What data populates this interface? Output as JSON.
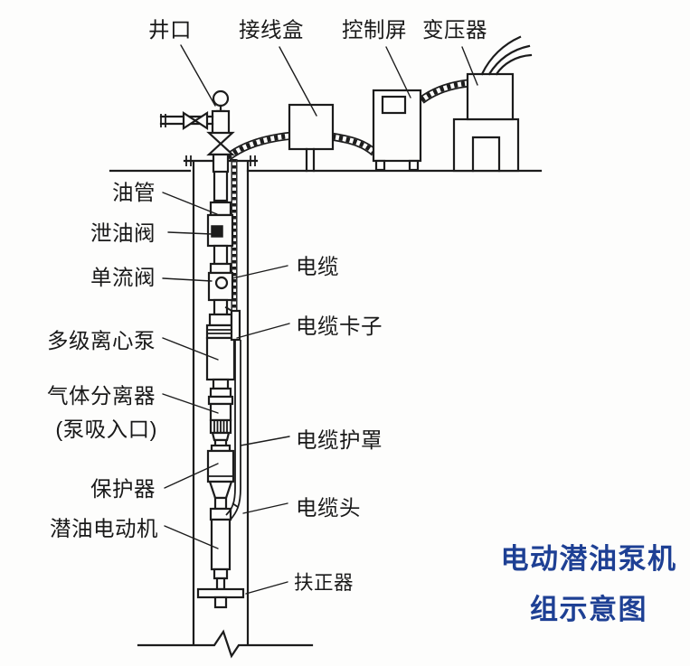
{
  "colors": {
    "ink": "#1c1c1c",
    "paper": "#fdfdfc",
    "title_blue": "#1e4094"
  },
  "title": {
    "line1": "电动潜油泵机",
    "line2": "组示意图"
  },
  "surface_labels": {
    "wellhead": "井口",
    "junction_box": "接线盒",
    "control_panel": "控制屏",
    "transformer": "变压器"
  },
  "string_labels": {
    "tubing": "油管",
    "drain_valve": "泄油阀",
    "check_valve": "单流阀",
    "pump": "多级离心泵",
    "separator": "气体分离器",
    "intake": "(泵吸入口)",
    "protector": "保护器",
    "motor": "潜油电动机"
  },
  "cable_labels": {
    "cable": "电缆",
    "clamp": "电缆卡子",
    "guard": "电缆护罩",
    "head": "电缆头",
    "centralizer": "扶正器"
  }
}
